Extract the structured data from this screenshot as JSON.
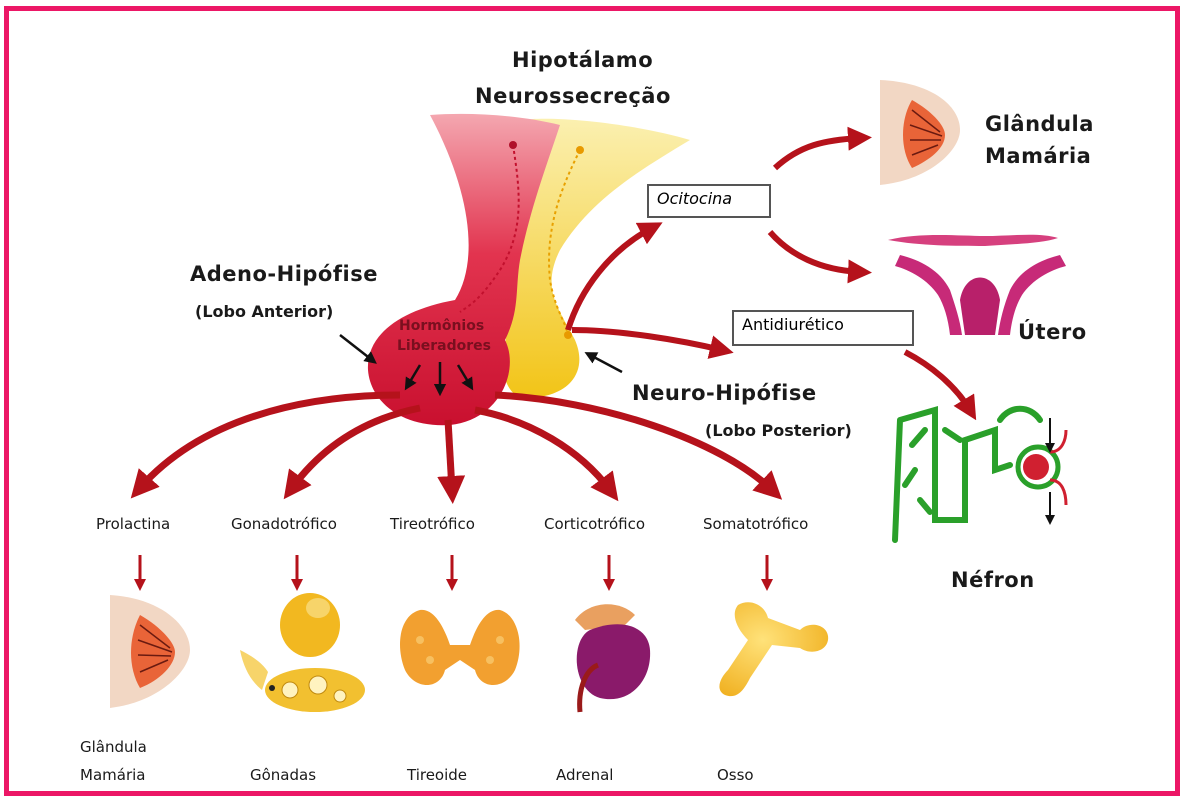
{
  "title": "Hipotálamo",
  "subtitle": "Neurossecreção",
  "adeno": {
    "name": "Adeno-Hipófise",
    "lobe": "(Lobo Anterior)"
  },
  "neuro": {
    "name": "Neuro-Hipófise",
    "lobe": "(Lobo Posterior)"
  },
  "liberadores": {
    "line1": "Hormônios",
    "line2": "Liberadores"
  },
  "posterior_hormones": [
    "Ocitocina",
    "Antidiurético"
  ],
  "posterior_targets": {
    "mama": [
      "Glândula",
      "Mamária"
    ],
    "utero": "Útero",
    "nefron": "Néfron"
  },
  "anterior_hormones": [
    "Prolactina",
    "Gonadotrófico",
    "Tireotrófico",
    "Corticotrófico",
    "Somatotrófico"
  ],
  "anterior_targets": {
    "mama": [
      "Glândula",
      "Mamária"
    ],
    "gonadas": "Gônadas",
    "tireoide": "Tireoide",
    "adrenal": "Adrenal",
    "osso": "Osso"
  },
  "colors": {
    "frame": "#ec1766",
    "arrow": "#b5121b",
    "adeno": "#e01a45",
    "neuro": "#f5d020"
  }
}
